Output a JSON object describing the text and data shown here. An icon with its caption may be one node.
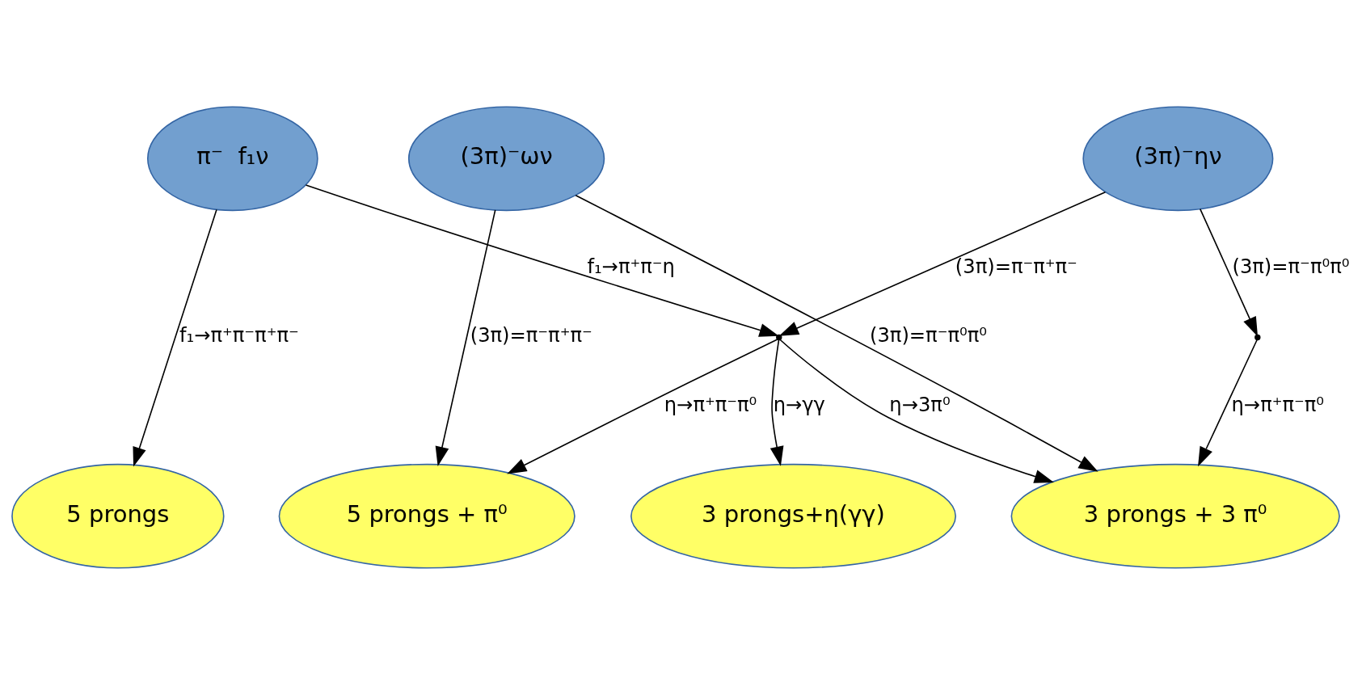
{
  "diagram": {
    "nodes": [
      {
        "text": [
          "π⁻  f₁ν"
        ]
      },
      {
        "text": [
          "(3π)⁻ην"
        ]
      },
      {
        "text": [
          "(3π)⁻ων"
        ]
      },
      {
        "text": [],
        "shape": "point"
      },
      {
        "text": [],
        "shape": "point"
      },
      {
        "text": [
          "5 prongs"
        ]
      },
      {
        "text": [
          "3 prongs+η(γγ)"
        ]
      },
      {
        "text": [
          "3 prongs + 3 π⁰"
        ]
      },
      {
        "text": [
          "5 prongs + π⁰"
        ]
      }
    ],
    "edges": [
      {
        "from": 0,
        "to": 3,
        "arrow": "to",
        "label": "f₁→π⁺π⁻η"
      },
      {
        "from": 1,
        "to": 3,
        "arrow": "to",
        "label": "(3π)=π⁻π⁺π⁻"
      },
      {
        "from": 1,
        "to": 4,
        "arrow": "to",
        "label": "(3π)=π⁻π⁰π⁰"
      },
      {
        "from": 0,
        "to": 5,
        "arrow": "to",
        "label": "f₁→π⁺π⁻π⁺π⁻"
      },
      {
        "from": 3,
        "to": 6,
        "arrow": "to",
        "label": "η→γγ"
      },
      {
        "from": 3,
        "to": 7,
        "arrow": "to",
        "label": "η→3π⁰"
      },
      {
        "from": 3,
        "to": 8,
        "arrow": "to",
        "label": "η→π⁺π⁻π⁰"
      },
      {
        "from": 4,
        "to": 7,
        "arrow": "to",
        "label": "η→π⁺π⁻π⁰"
      },
      {
        "from": 2,
        "to": 7,
        "arrow": "to",
        "label": "(3π)=π⁻π⁰π⁰"
      },
      {
        "from": 2,
        "to": 8,
        "arrow": "to",
        "label": "(3π)=π⁻π⁺π⁻"
      }
    ]
  }
}
